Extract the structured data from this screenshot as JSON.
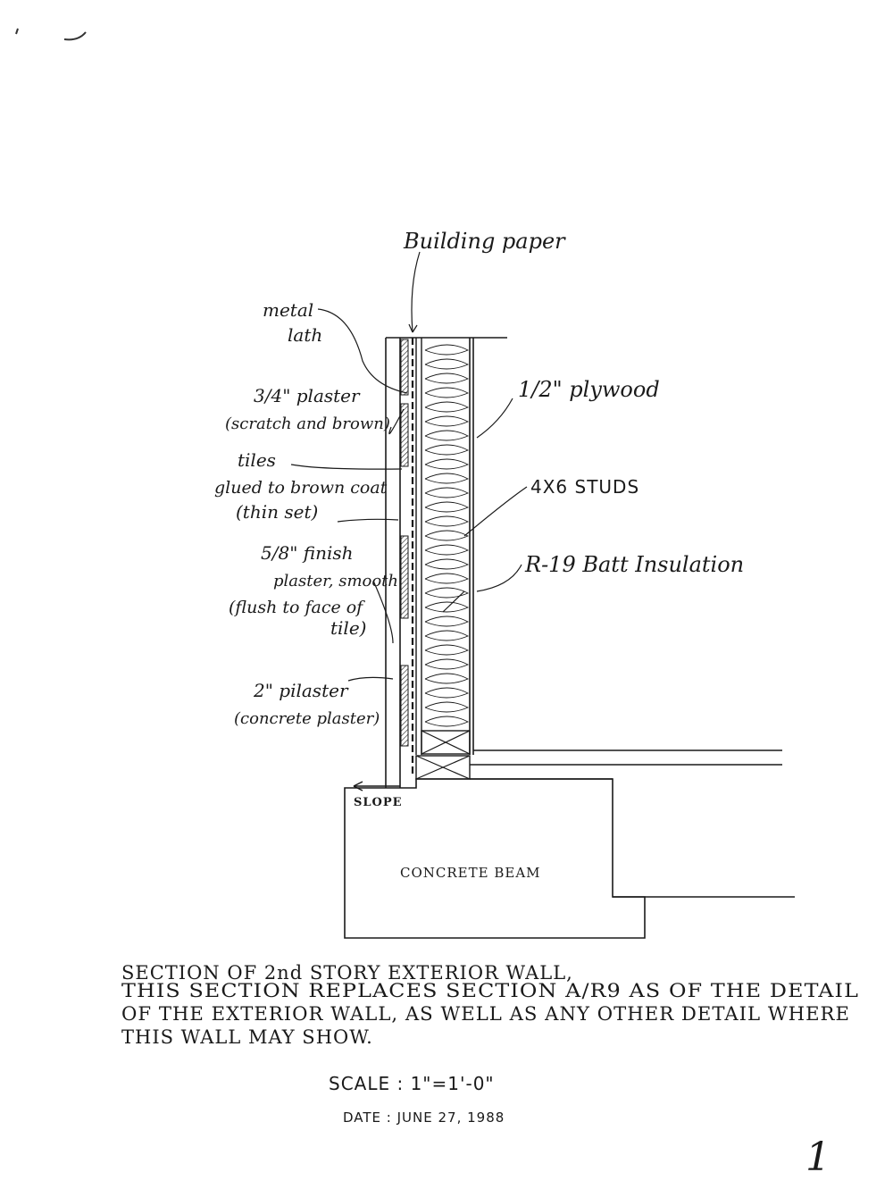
{
  "labels": {
    "building_paper": "Building paper",
    "metal_lath_1": "metal",
    "metal_lath_2": "lath",
    "plaster_34_1": "3/4\" plaster",
    "plaster_34_2": "(scratch and brown)",
    "tiles_1": "tiles",
    "tiles_2": "glued to brown coat",
    "tiles_3": "(thin set)",
    "finish_1": "5/8\" finish",
    "finish_2": "plaster, smooth",
    "finish_3": "(flush to face of",
    "finish_4": "tile)",
    "pilaster_1": "2\" pilaster",
    "pilaster_2": "(concrete plaster)",
    "plywood": "1/2\" plywood",
    "studs": "4X6 STUDS",
    "insulation": "R-19 Batt Insulation",
    "slope": "SLOPE",
    "beam": "CONCRETE BEAM"
  },
  "notes": {
    "line1": "SECTION OF 2nd STORY EXTERIOR WALL,",
    "line2": "THIS SECTION REPLACES SECTION A/R9 AS OF THE DETAIL",
    "line3": "OF THE EXTERIOR WALL, AS WELL AS ANY OTHER DETAIL WHERE",
    "line4": "THIS WALL MAY SHOW.",
    "scale": "SCALE : 1\"=1'-0\"",
    "date": "DATE : JUNE 27, 1988",
    "sheet_number": "1"
  },
  "colors": {
    "ink": "#1a1a1a",
    "paper": "#ffffff"
  }
}
